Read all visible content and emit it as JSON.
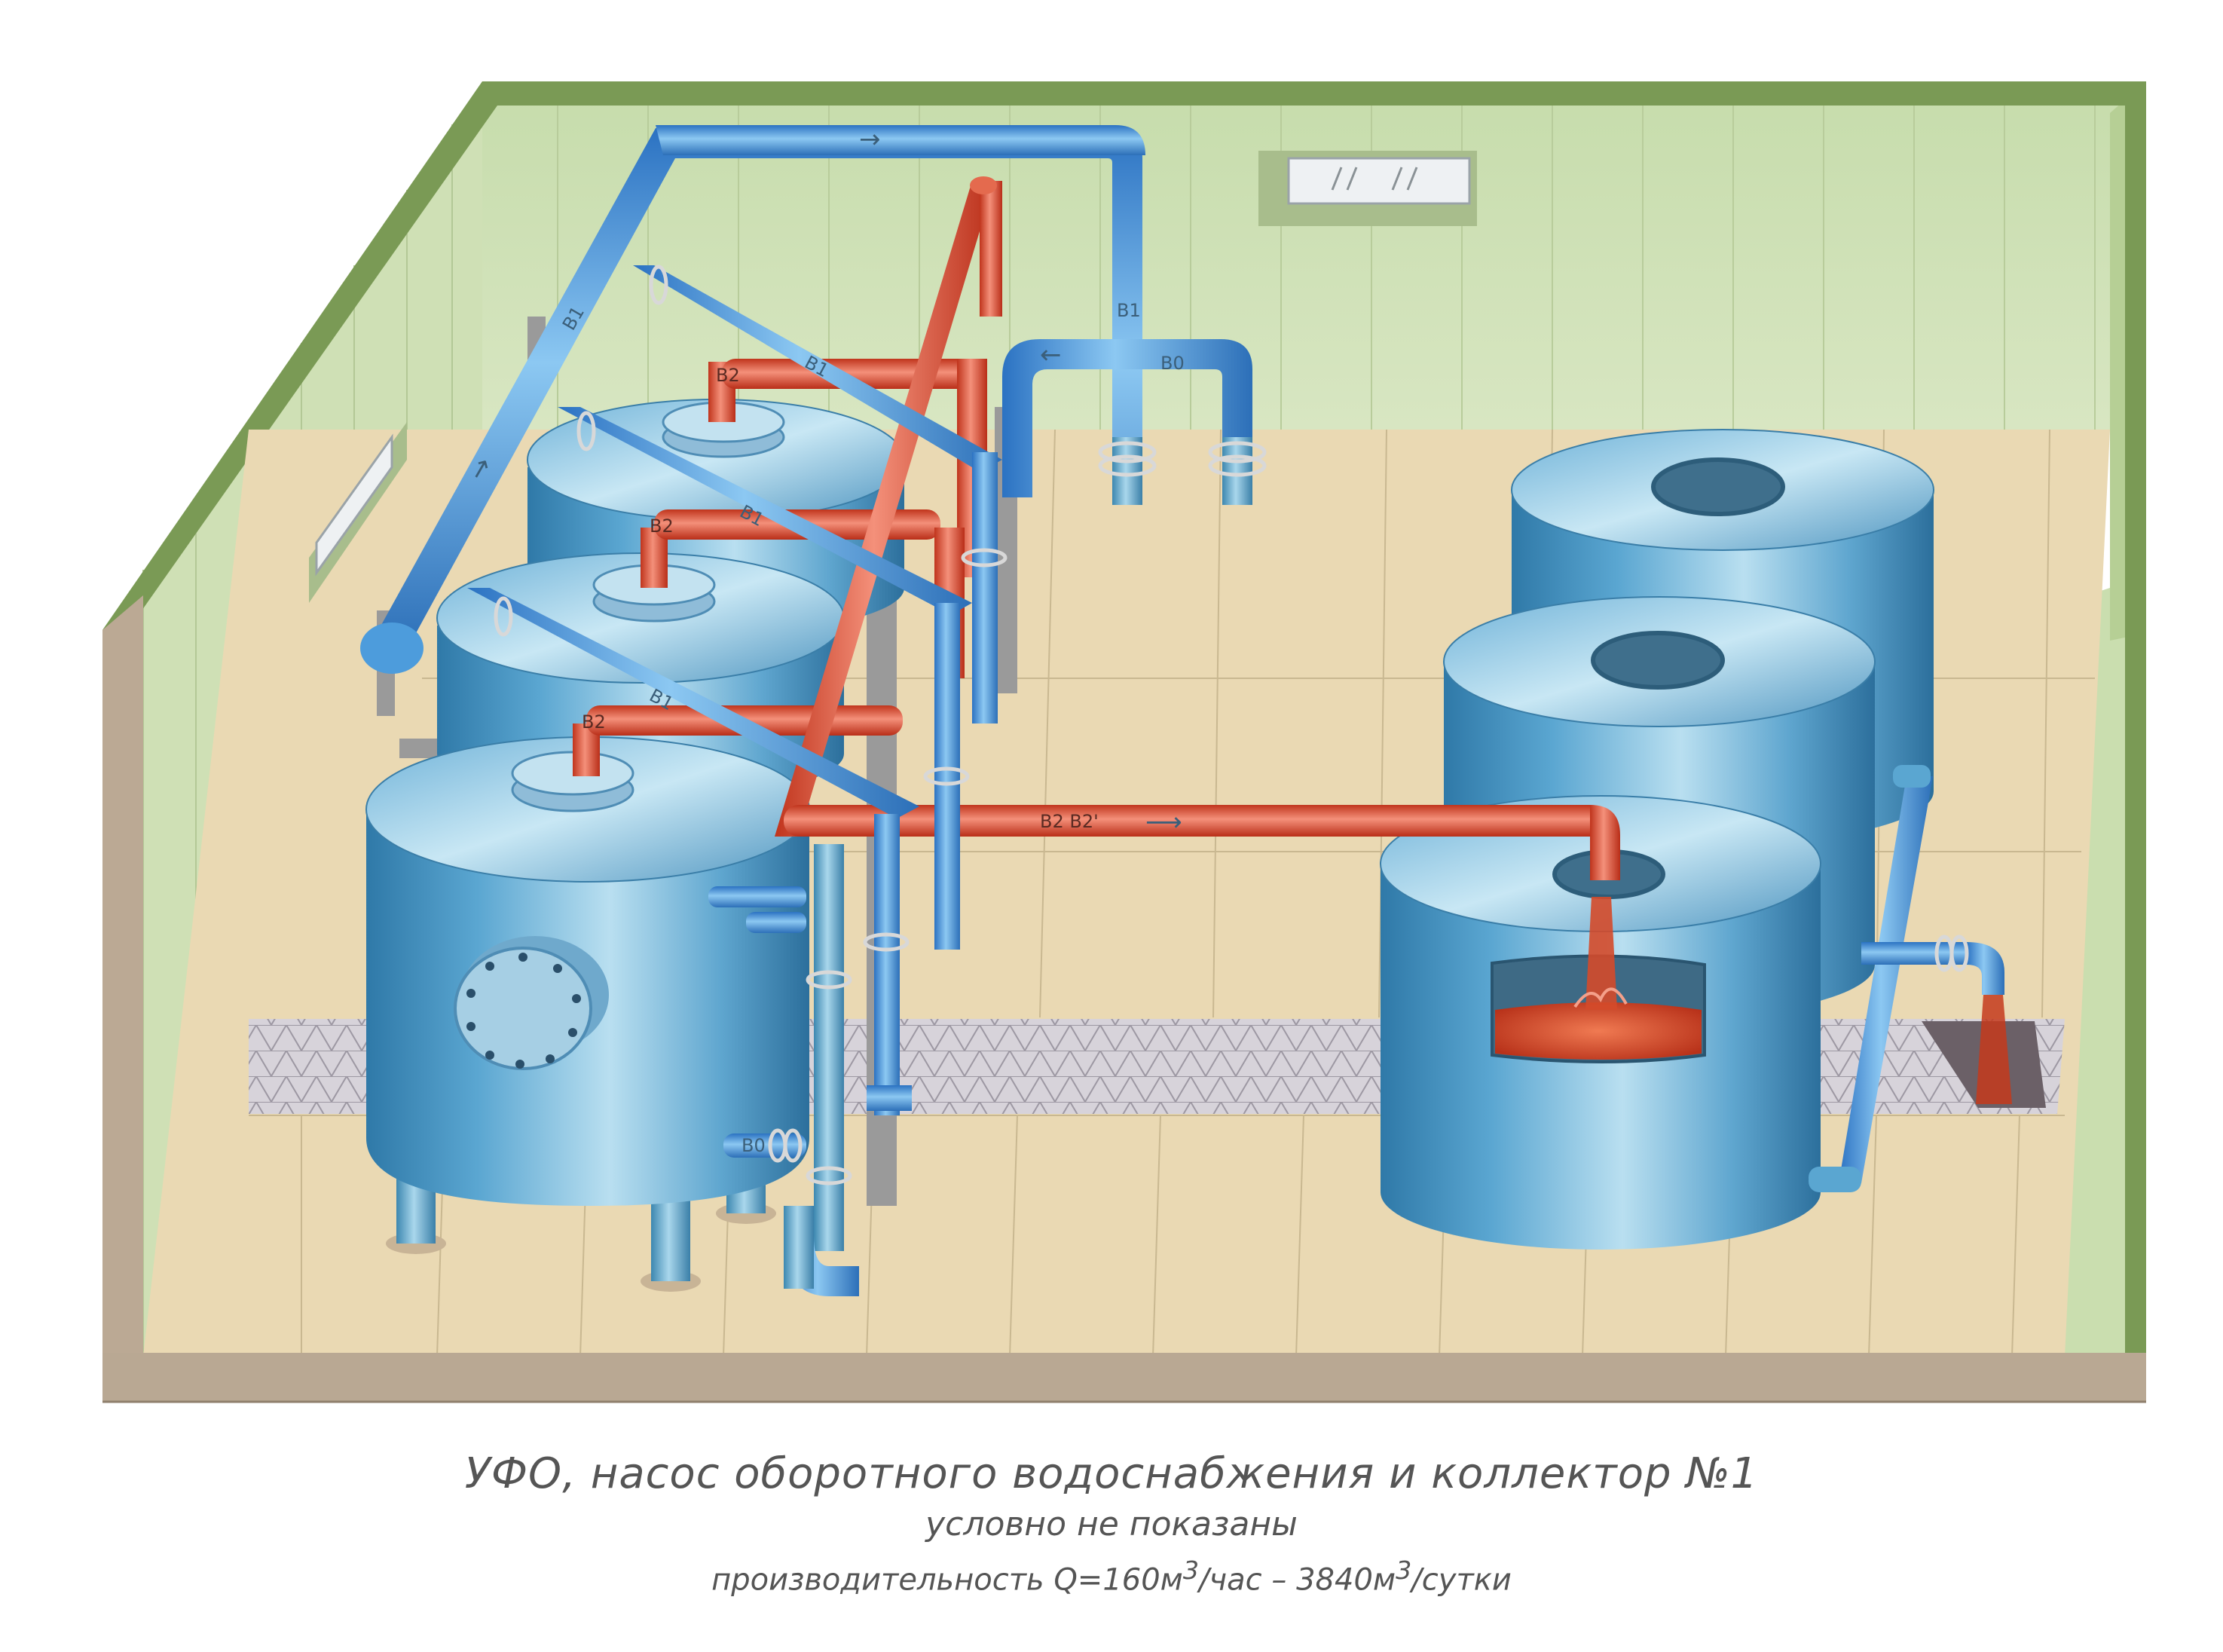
{
  "labels": {
    "b1": "В1",
    "b2": "В2",
    "b0": "В0",
    "b2pair": "В2 В2'"
  },
  "caption": {
    "line1": "УФО, насос оборотного водоснабжения и коллектор №1",
    "line2": "условно не показаны",
    "line3_prefix": "производительность Q=160м",
    "line3_sup1": "3",
    "line3_mid": "/час – 3840м",
    "line3_sup2": "3",
    "line3_suffix": "/сутки"
  },
  "colors": {
    "wall": "#c9dcaf",
    "wall_top": "#7a9a55",
    "floor": "#e9dab5",
    "floor_base": "#bba994",
    "cold_pipe": "#3f95d8",
    "hot_pipe": "#d9452b",
    "tank": "#4d98c4",
    "tank_light": "#a8d4ea",
    "water_red": "#c43a1c"
  },
  "icons": {
    "flow_arrow": "arrow-right-icon",
    "flow_arrow_left": "arrow-left-icon"
  }
}
